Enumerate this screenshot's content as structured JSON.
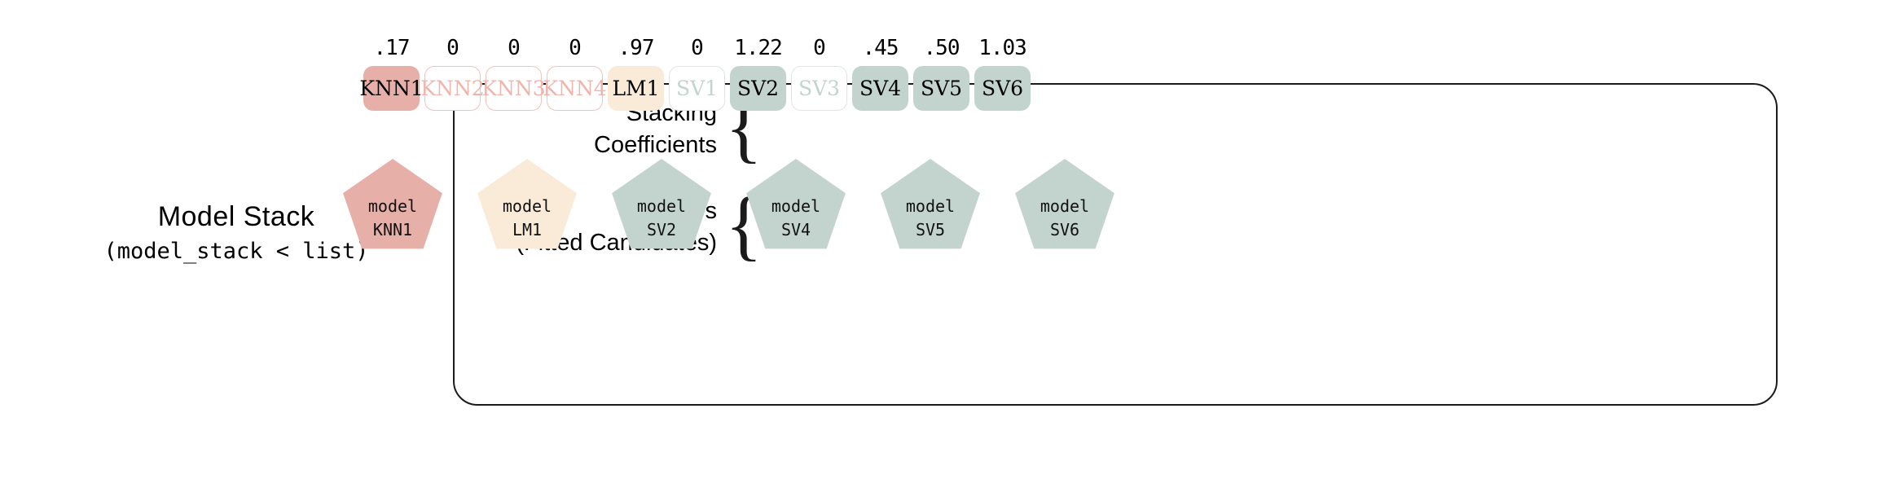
{
  "left_caption": {
    "title": "Model Stack",
    "subtitle": "(model_stack < list)"
  },
  "rows": {
    "coefficients": {
      "label_line1": "Stacking",
      "label_line2": "Coefficients",
      "brace": "{"
    },
    "members": {
      "label_line1": "Members",
      "label_line2": "(Fitted Candidates)",
      "brace": "{"
    }
  },
  "colors": {
    "pink_fill": "#E6AFA8",
    "pink_border": "#F0C3BC",
    "pink_text_faded": "#F1B3AA",
    "cream_fill": "#FAEBD9",
    "teal_fill": "#C3D4CE",
    "teal_border": "#DCE7E3",
    "teal_text_faded": "#C3D4CE",
    "outline": "#1b1b1b"
  },
  "coefficients": [
    {
      "value": ".17",
      "name": "KNN1",
      "state": "active",
      "family": "pink"
    },
    {
      "value": "0",
      "name": "KNN2",
      "state": "inactive",
      "family": "pink"
    },
    {
      "value": "0",
      "name": "KNN3",
      "state": "inactive",
      "family": "pink"
    },
    {
      "value": "0",
      "name": "KNN4",
      "state": "inactive",
      "family": "pink"
    },
    {
      "value": ".97",
      "name": "LM1",
      "state": "active",
      "family": "cream"
    },
    {
      "value": "0",
      "name": "SV1",
      "state": "inactive",
      "family": "teal"
    },
    {
      "value": "1.22",
      "name": "SV2",
      "state": "active",
      "family": "teal"
    },
    {
      "value": "0",
      "name": "SV3",
      "state": "inactive",
      "family": "teal"
    },
    {
      "value": ".45",
      "name": "SV4",
      "state": "active",
      "family": "teal"
    },
    {
      "value": ".50",
      "name": "SV5",
      "state": "active",
      "family": "teal"
    },
    {
      "value": "1.03",
      "name": "SV6",
      "state": "active",
      "family": "teal"
    }
  ],
  "members": [
    {
      "line1": "model",
      "line2": "KNN1",
      "family": "pink"
    },
    {
      "line1": "model",
      "line2": "LM1",
      "family": "cream"
    },
    {
      "line1": "model",
      "line2": "SV2",
      "family": "teal"
    },
    {
      "line1": "model",
      "line2": "SV4",
      "family": "teal"
    },
    {
      "line1": "model",
      "line2": "SV5",
      "family": "teal"
    },
    {
      "line1": "model",
      "line2": "SV6",
      "family": "teal"
    }
  ]
}
